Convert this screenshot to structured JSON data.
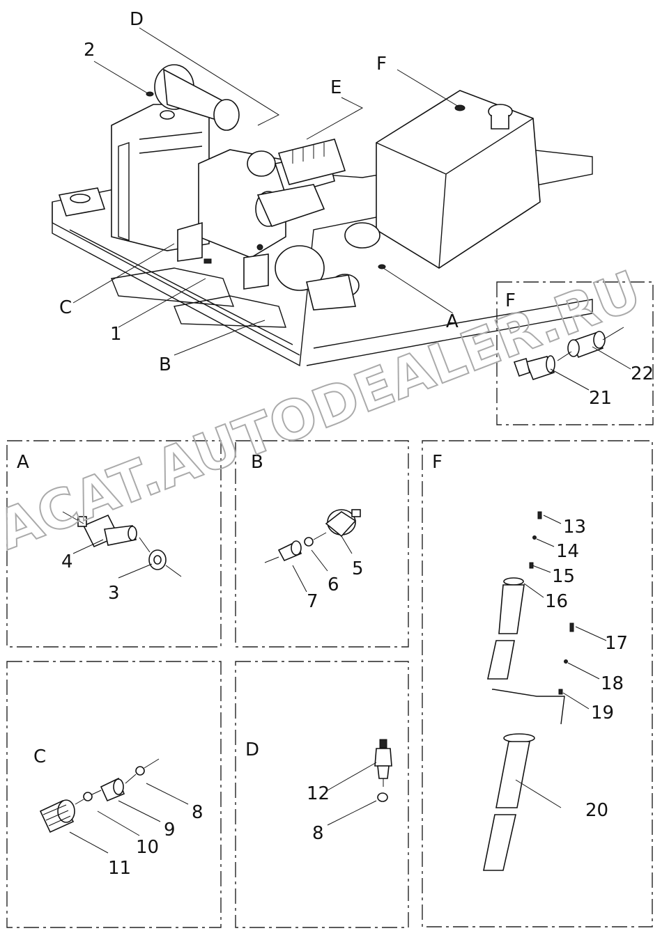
{
  "callouts": {
    "main": {
      "D": "D",
      "two": "2",
      "E": "E",
      "F": "F",
      "C": "C",
      "one": "1",
      "B": "B",
      "A": "A"
    },
    "panelF_top": {
      "title": "F",
      "p21": "21",
      "p22": "22"
    },
    "panelA": {
      "title": "A",
      "p4": "4",
      "p3": "3"
    },
    "panelB": {
      "title": "B",
      "p5": "5",
      "p6": "6",
      "p7": "7"
    },
    "panelF_right": {
      "title": "F",
      "p13": "13",
      "p14": "14",
      "p15": "15",
      "p16": "16",
      "p17": "17",
      "p18": "18",
      "p19": "19",
      "p20": "20"
    },
    "panelC": {
      "title": "C",
      "p8": "8",
      "p9": "9",
      "p10": "10",
      "p11": "11"
    },
    "panelD": {
      "title": "D",
      "p12": "12",
      "p8": "8"
    }
  },
  "watermark": "ACAT.AUTODEALER.RU"
}
